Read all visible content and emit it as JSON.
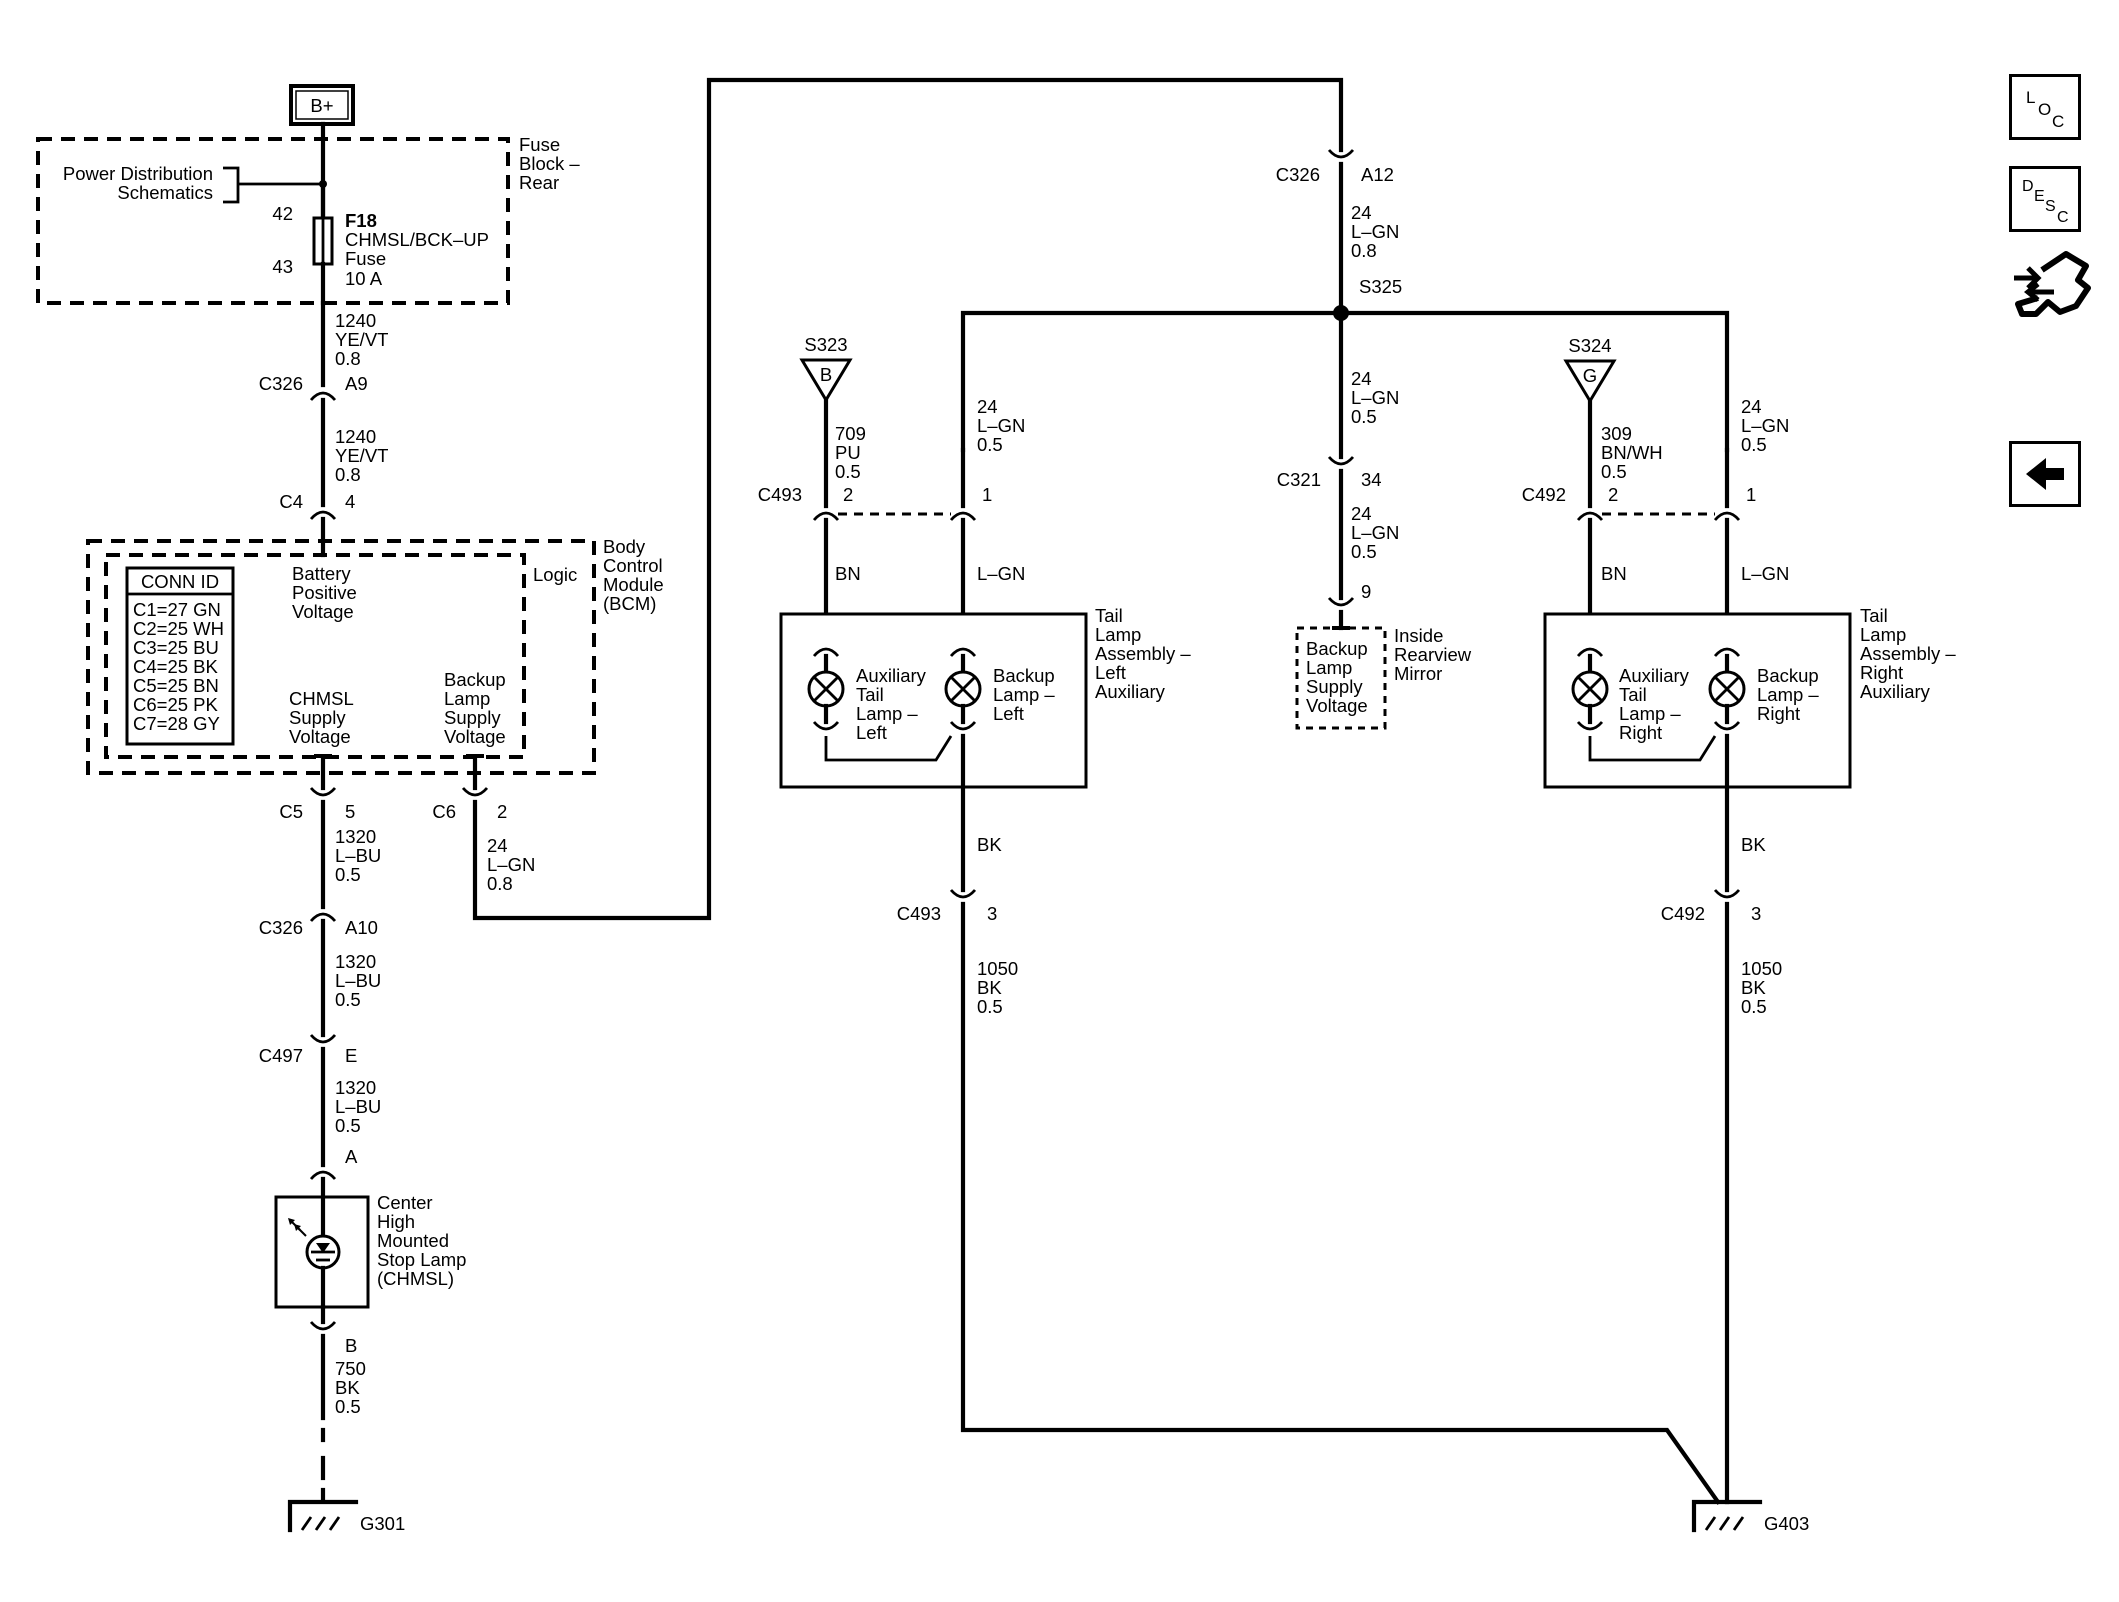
{
  "power": {
    "bplus": "B+"
  },
  "fuse_block": {
    "title": [
      "Fuse",
      "Block –",
      "Rear"
    ],
    "pds_label": [
      "Power Distribution",
      "Schematics"
    ],
    "pin_in": "42",
    "pin_out": "43",
    "fuse_label": [
      "F18",
      "CHMSL/BCK–UP",
      "Fuse",
      "10 A"
    ]
  },
  "circuits": {
    "w1240_a": [
      "1240",
      "YE/VT",
      "0.8"
    ],
    "w1240_b": [
      "1240",
      "YE/VT",
      "0.8"
    ],
    "w1320_a": [
      "1320",
      "L–BU",
      "0.5"
    ],
    "w1320_b": [
      "1320",
      "L–BU",
      "0.5"
    ],
    "w1320_c": [
      "1320",
      "L–BU",
      "0.5"
    ],
    "w750": [
      "750",
      "BK",
      "0.5"
    ],
    "w24_c6": [
      "24",
      "L–GN",
      "0.8"
    ],
    "w24_top": [
      "24",
      "L–GN",
      "0.8"
    ],
    "w24_left": [
      "24",
      "L–GN",
      "0.5"
    ],
    "w24_mid_a": [
      "24",
      "L–GN",
      "0.5"
    ],
    "w24_mid_b": [
      "24",
      "L–GN",
      "0.5"
    ],
    "w24_right": [
      "24",
      "L–GN",
      "0.5"
    ],
    "w709": [
      "709",
      "PU",
      "0.5"
    ],
    "w309": [
      "309",
      "BN/WH",
      "0.5"
    ],
    "w1050_left": [
      "1050",
      "BK",
      "0.5"
    ],
    "w1050_right": [
      "1050",
      "BK",
      "0.5"
    ],
    "bn_left": "BN",
    "lgn_left": "L–GN",
    "bk_left": "BK",
    "bn_right": "BN",
    "lgn_right": "L–GN",
    "bk_right": "BK"
  },
  "connectors": {
    "c326_a9": {
      "name": "C326",
      "pin": "A9"
    },
    "c4": {
      "name": "C4",
      "pin": "4"
    },
    "c5": {
      "name": "C5",
      "pin": "5"
    },
    "c6": {
      "name": "C6",
      "pin": "2"
    },
    "c326_a10": {
      "name": "C326",
      "pin": "A10"
    },
    "c497": {
      "name": "C497",
      "pin": "E"
    },
    "chmsl_a": {
      "pin": "A"
    },
    "chmsl_b": {
      "pin": "B"
    },
    "c326_a12": {
      "name": "C326",
      "pin": "A12"
    },
    "c321": {
      "name": "C321",
      "pin": "34"
    },
    "mirror_pin": {
      "pin": "9"
    },
    "c493_top": {
      "name": "C493",
      "pin_a": "2",
      "pin_b": "1"
    },
    "c493_bottom": {
      "name": "C493",
      "pin": "3"
    },
    "c492_top": {
      "name": "C492",
      "pin_a": "2",
      "pin_b": "1"
    },
    "c492_bottom": {
      "name": "C492",
      "pin": "3"
    }
  },
  "splices": {
    "s325": "S325",
    "s323": {
      "name": "S323",
      "letter": "B"
    },
    "s324": {
      "name": "S324",
      "letter": "G"
    }
  },
  "bcm": {
    "title": [
      "Body",
      "Control",
      "Module",
      "(BCM)"
    ],
    "logic": "Logic",
    "conn_id_header": "CONN ID",
    "conn_ids": [
      "C1=27 GN",
      "C2=25 WH",
      "C3=25 BU",
      "C4=25 BK",
      "C5=25 BN",
      "C6=25 PK",
      "C7=28 GY"
    ],
    "battery": [
      "Battery",
      "Positive",
      "Voltage"
    ],
    "chmsl_supply": [
      "CHMSL",
      "Supply",
      "Voltage"
    ],
    "backup_supply": [
      "Backup",
      "Lamp",
      "Supply",
      "Voltage"
    ]
  },
  "chmsl": {
    "label": [
      "Center",
      "High",
      "Mounted",
      "Stop Lamp",
      "(CHMSL)"
    ]
  },
  "grounds": {
    "g301": "G301",
    "g403": "G403"
  },
  "mirror": {
    "title": [
      "Inside",
      "Rearview",
      "Mirror"
    ],
    "inner": [
      "Backup",
      "Lamp",
      "Supply",
      "Voltage"
    ]
  },
  "tail_left": {
    "title": [
      "Tail",
      "Lamp",
      "Assembly –",
      "Left",
      "Auxiliary"
    ],
    "aux_lamp": [
      "Auxiliary",
      "Tail",
      "Lamp –",
      "Left"
    ],
    "backup_lamp": [
      "Backup",
      "Lamp –",
      "Left"
    ]
  },
  "tail_right": {
    "title": [
      "Tail",
      "Lamp",
      "Assembly –",
      "Right",
      "Auxiliary"
    ],
    "aux_lamp": [
      "Auxiliary",
      "Tail",
      "Lamp –",
      "Right"
    ],
    "backup_lamp": [
      "Backup",
      "Lamp –",
      "Right"
    ]
  },
  "nav": {
    "loc": {
      "letters": [
        "L",
        "O",
        "C"
      ],
      "icon": "location-icon"
    },
    "desc": {
      "letters": [
        "D",
        "E",
        "S",
        "C"
      ],
      "icon": "description-icon"
    },
    "connector_icon": "connector-plug-icon",
    "back_icon": "back-arrow-icon"
  }
}
